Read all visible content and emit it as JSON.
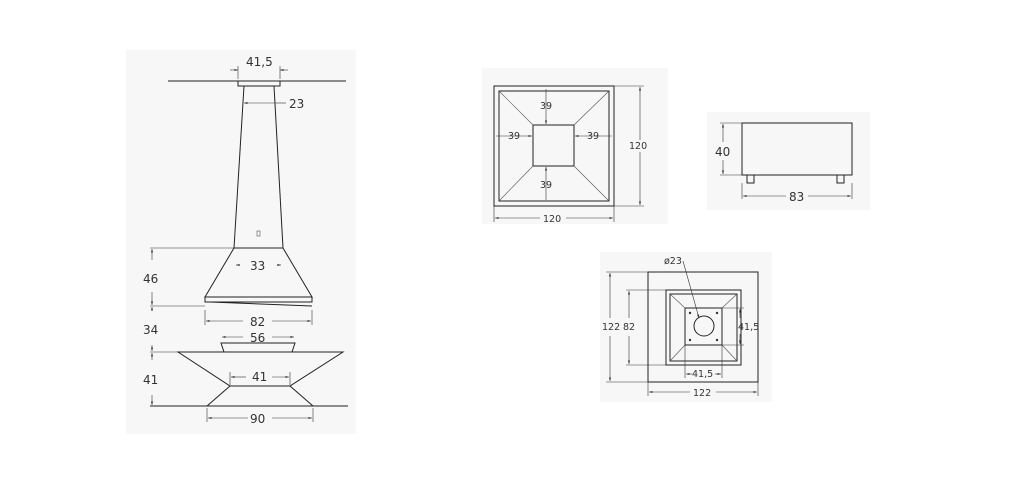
{
  "front_view": {
    "top_width": "41,5",
    "flue_width": "23",
    "hood_neck": "33",
    "hood_height": "46",
    "hood_base": "82",
    "gap_height": "34",
    "bowl_rim_top": "56",
    "bowl_height": "41",
    "bowl_inner": "41",
    "base_width": "90"
  },
  "plan_view": {
    "inset_top": "39",
    "inset_left": "39",
    "inset_right": "39",
    "inset_bottom": "39",
    "height": "120",
    "width": "120"
  },
  "side_view": {
    "height": "40",
    "width": "83"
  },
  "base_plan": {
    "diameter": "ø23",
    "outer_height": "122",
    "inner_height": "82",
    "plate_height": "41,5",
    "plate_width": "41,5",
    "outer_width": "122"
  }
}
